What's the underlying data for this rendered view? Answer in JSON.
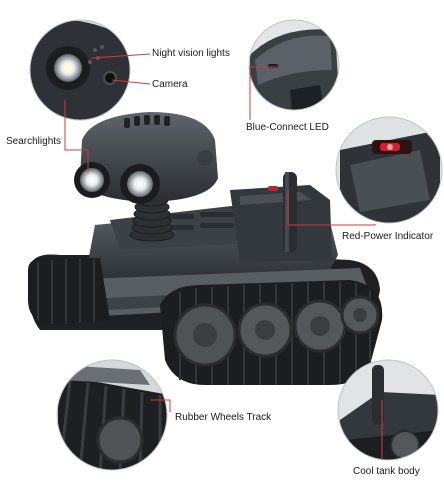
{
  "labels": {
    "night_vision": "Night vision lights",
    "camera": "Camera",
    "blue_connect": "Blue-Connect LED",
    "searchlights": "Searchlights",
    "red_power": "Red-Power Indicator",
    "rubber_tracks": "Rubber Wheels Track",
    "tank_body": "Cool tank body"
  },
  "colors": {
    "leader_line": "#d33a3a",
    "body_dark": "#2e3236",
    "body_mid": "#4a4f54",
    "track": "#1b1d1f",
    "wheel": "#55585a",
    "power_led": "#d21f2a"
  }
}
